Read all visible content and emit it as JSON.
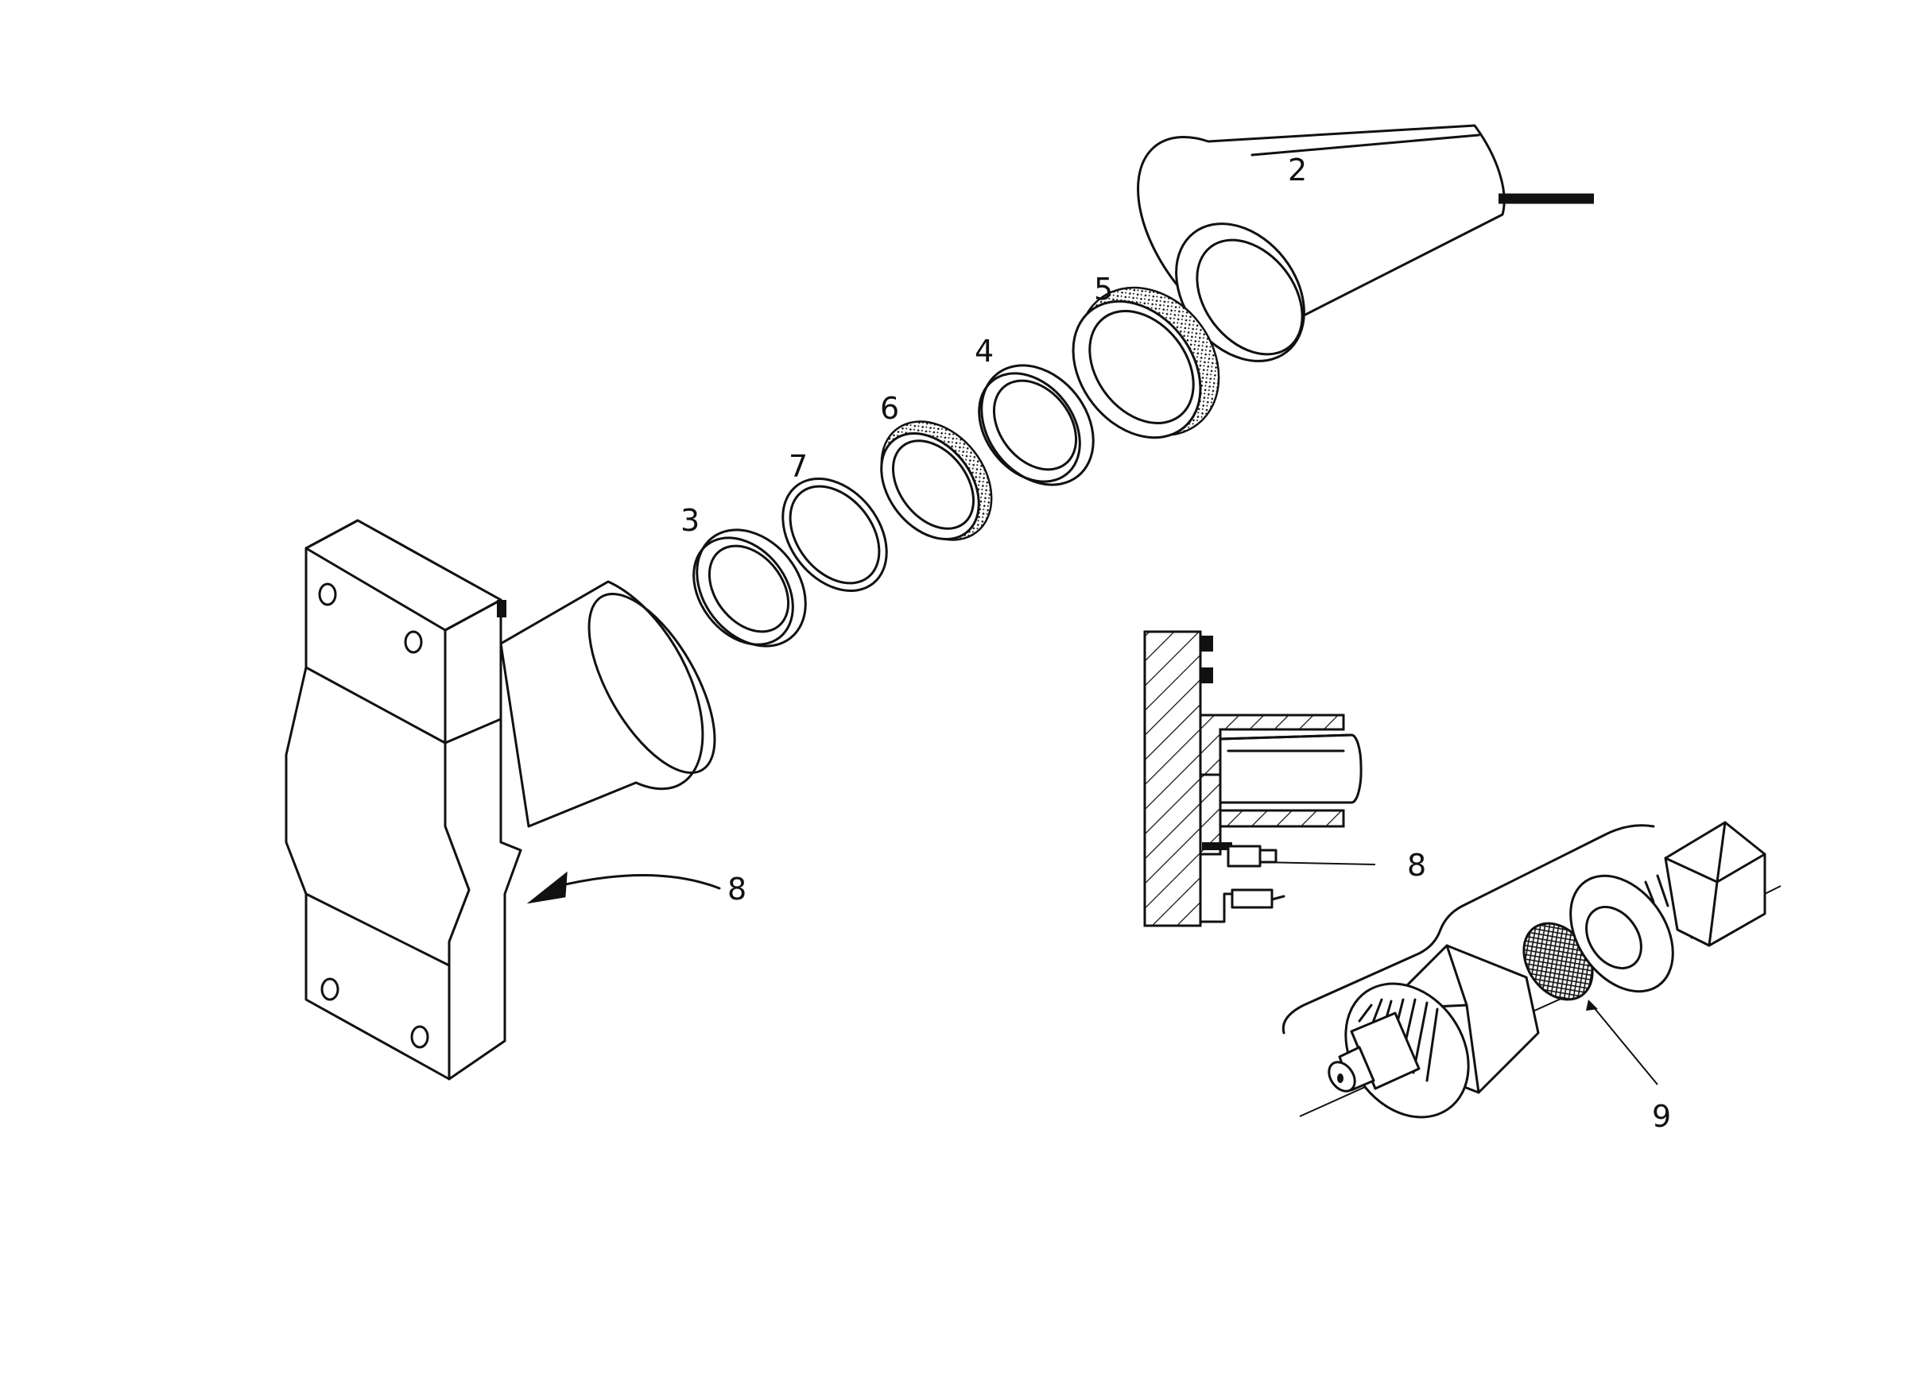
{
  "diagram": {
    "callouts": {
      "c2": "2",
      "c3": "3",
      "c4": "4",
      "c5": "5",
      "c6": "6",
      "c7": "7",
      "c8_left": "8",
      "c8_right": "8",
      "c9": "9"
    },
    "colors": {
      "ink": "#111111",
      "paper": "#ffffff"
    }
  }
}
